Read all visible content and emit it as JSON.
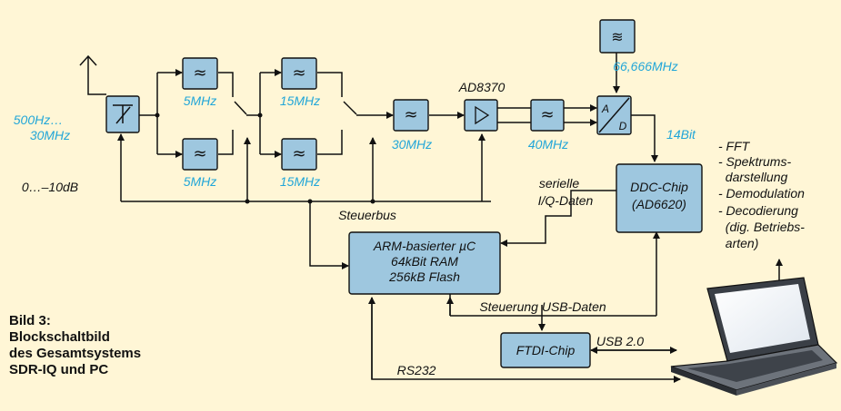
{
  "caption": {
    "lines": [
      "Bild 3:",
      "Blockschaltbild",
      "des Gesamtsystems",
      "SDR-IQ und PC"
    ]
  },
  "labels": {
    "input_range": [
      "500Hz…",
      "30MHz"
    ],
    "attenuator": "0…–10dB",
    "f1_top": "5MHz",
    "f1_bottom": "5MHz",
    "f2_top": "15MHz",
    "f2_bottom": "15MHz",
    "lp30": "30MHz",
    "amp": "AD8370",
    "lp40": "40MHz",
    "clock": "66,666MHz",
    "bits": "14Bit",
    "ad": "A/D",
    "steuerbus": "Steuerbus",
    "iq": [
      "serielle",
      "I/Q-Daten"
    ],
    "usbdata": "Steuerung USB-Daten",
    "usb": "USB 2.0",
    "rs232": "RS232"
  },
  "blocks": {
    "ddc": [
      "DDC-Chip",
      "(AD6620)"
    ],
    "arm": [
      "ARM-basierter µC",
      "64kBit RAM",
      "256kB Flash"
    ],
    "ftdi": "FTDI-Chip"
  },
  "pc_functions": [
    "- FFT",
    "- Spektrums-",
    "  darstellung",
    "- Demodulation",
    "- Decodierung",
    "  (dig. Betriebs-",
    "  arten)"
  ],
  "icons": {
    "filter": "tilde-approx-icon",
    "amplifier": "triangle-icon",
    "antenna": "antenna-icon",
    "laptop": "laptop-icon"
  }
}
